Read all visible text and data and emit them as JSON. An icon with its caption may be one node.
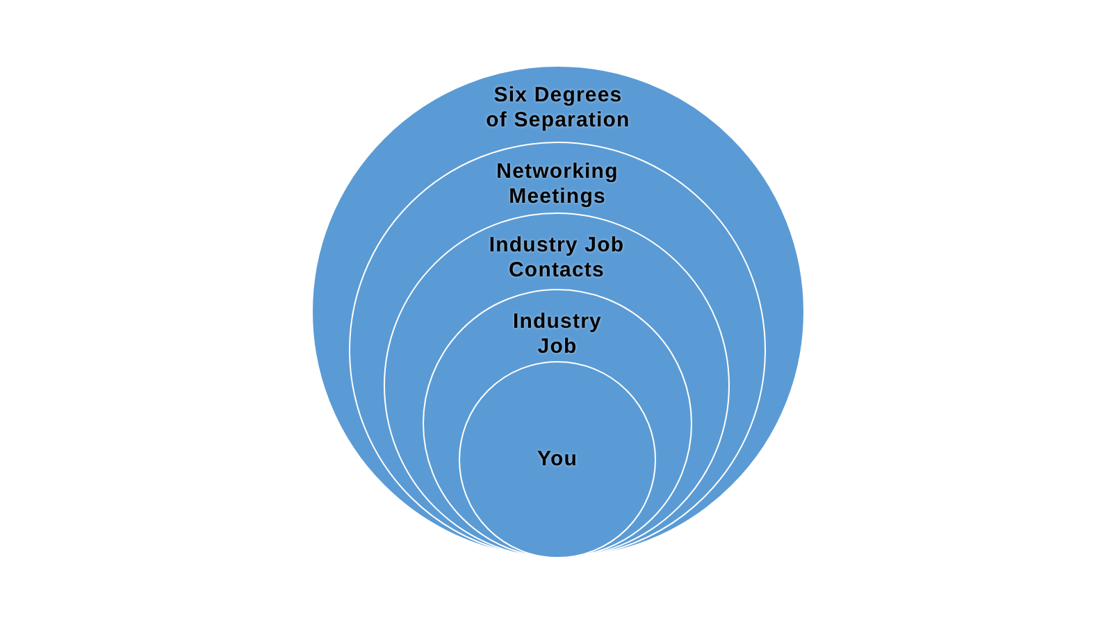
{
  "diagram": {
    "nodes": [
      {
        "text": [
          "Six Degrees of Separation"
        ]
      },
      {
        "text": [
          "Networking Meetings"
        ],
        "in": 0
      },
      {
        "text": [
          "Industry Job Contacts"
        ],
        "in": 1
      },
      {
        "text": [
          "Industry Job"
        ],
        "in": 2
      },
      {
        "text": [
          "You"
        ],
        "in": 3
      }
    ]
  }
}
